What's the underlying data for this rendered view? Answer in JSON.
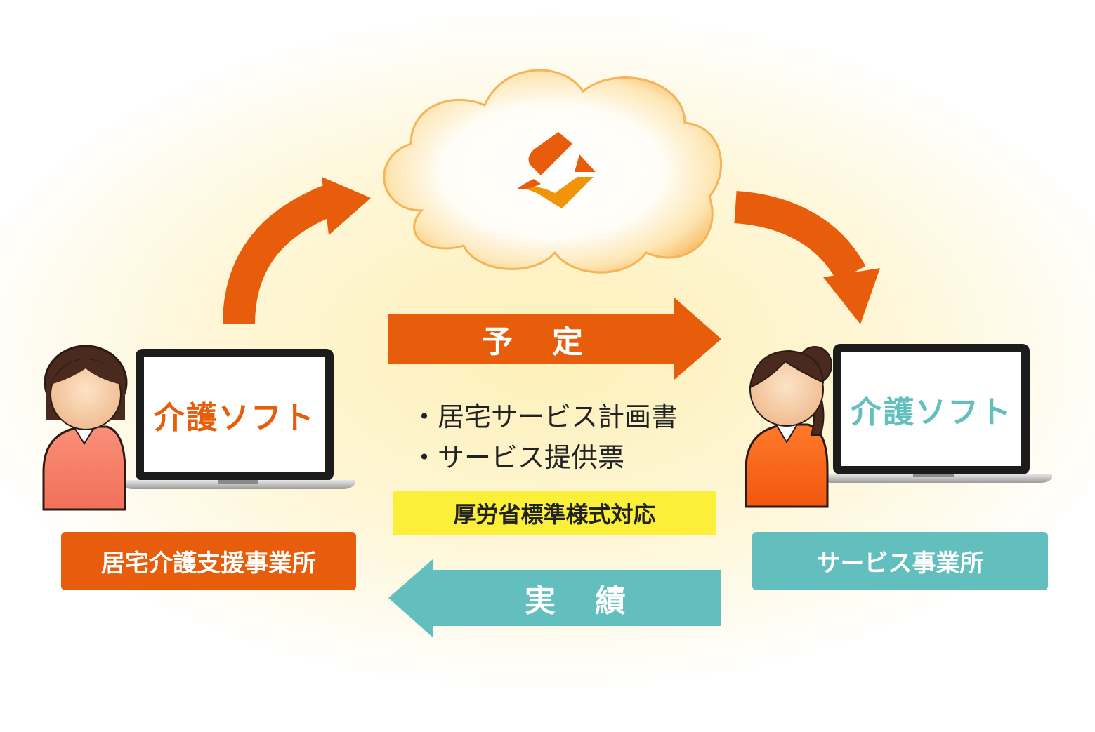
{
  "left_party": {
    "screen_text": "介護ソフト",
    "label": "居宅介護支援事業所"
  },
  "right_party": {
    "screen_text": "介護ソフト",
    "label": "サービス事業所"
  },
  "plan_arrow": {
    "label": "予定"
  },
  "result_arrow": {
    "label": "実績"
  },
  "documents": [
    "居宅サービス計画書",
    "サービス提供票"
  ],
  "standard_badge": "厚労省標準様式対応",
  "cloud": {
    "logo_icon": "cloud-service-logo-icon"
  },
  "colors": {
    "orange": "#e85d0c",
    "teal": "#62bfbd",
    "yellow": "#fbef3a",
    "logo_orange": "#f0950a"
  }
}
